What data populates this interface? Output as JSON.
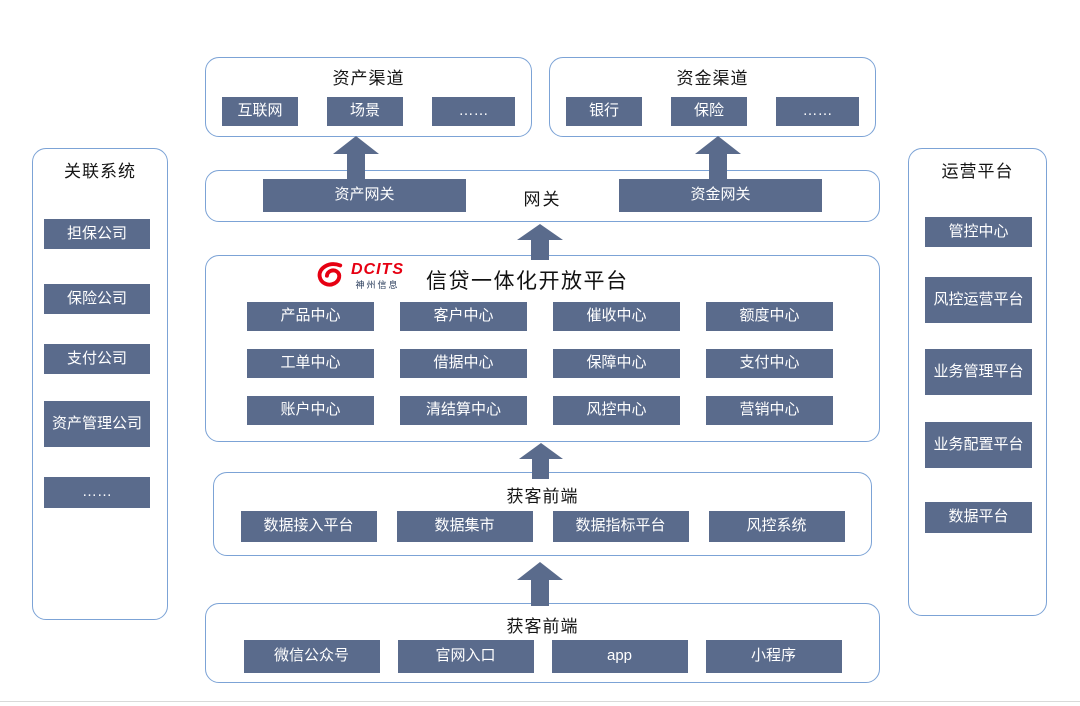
{
  "colors": {
    "chip_fill": "#5a6b8c",
    "chip_text": "#ffffff",
    "panel_border": "#7ca3d6",
    "arrow_fill": "#5a6b8c",
    "logo_red": "#e60012",
    "logo_sub_color": "#253858"
  },
  "left_panel": {
    "title": "关联系统",
    "items": [
      "担保公司",
      "保险公司",
      "支付公司",
      "资产管理公司",
      "……"
    ]
  },
  "right_panel": {
    "title": "运营平台",
    "items": [
      "管控中心",
      "风控运营平台",
      "业务管理平台",
      "业务配置平台",
      "数据平台"
    ]
  },
  "asset_channel": {
    "title": "资产渠道",
    "items": [
      "互联网",
      "场景",
      "……"
    ]
  },
  "fund_channel": {
    "title": "资金渠道",
    "items": [
      "银行",
      "保险",
      "……"
    ]
  },
  "gateway": {
    "title": "网关",
    "left_item": "资产网关",
    "right_item": "资金网关"
  },
  "platform": {
    "logo_brand": "DCITS",
    "logo_sub": "神州信息",
    "title": "信贷一体化开放平台",
    "centers": [
      "产品中心",
      "客户中心",
      "催收中心",
      "额度中心",
      "工单中心",
      "借据中心",
      "保障中心",
      "支付中心",
      "账户中心",
      "清结算中心",
      "风控中心",
      "营销中心"
    ]
  },
  "data_layer": {
    "title": "获客前端",
    "items": [
      "数据接入平台",
      "数据集市",
      "数据指标平台",
      "风控系统"
    ]
  },
  "acquisition_layer": {
    "title": "获客前端",
    "items": [
      "微信公众号",
      "官网入口",
      "app",
      "小程序"
    ]
  }
}
